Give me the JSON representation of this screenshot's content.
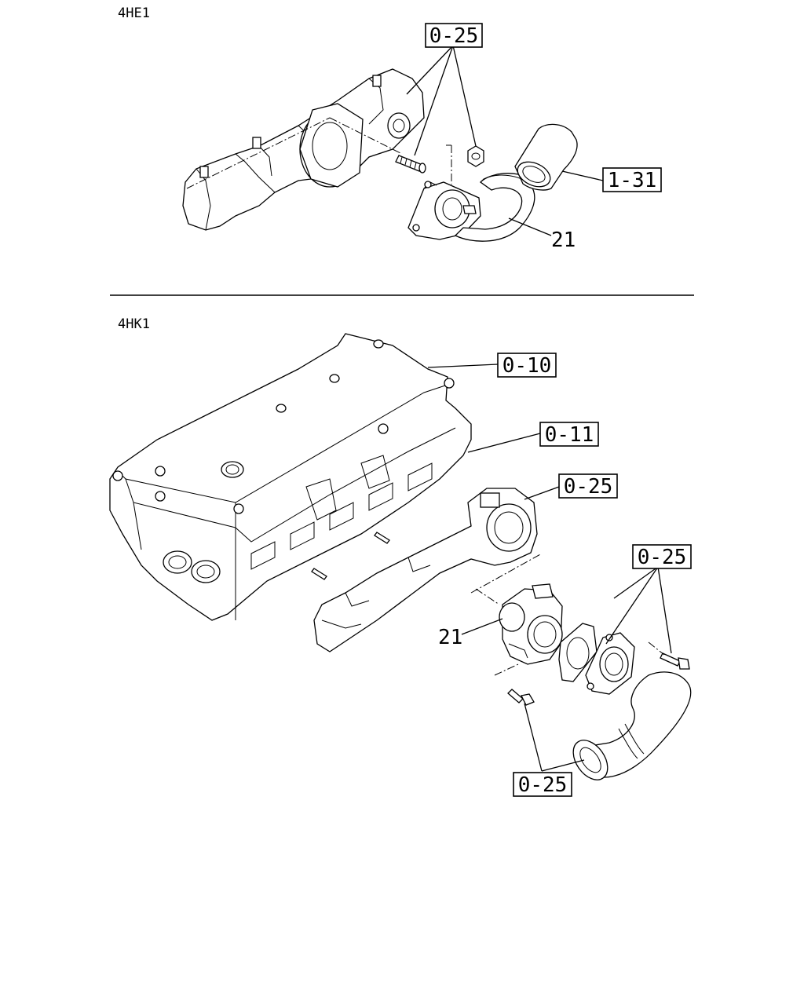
{
  "sections": [
    {
      "model": "4HE1",
      "callouts": [
        {
          "id": "c1",
          "text": "0-25",
          "boxed": true
        },
        {
          "id": "c2",
          "text": "1-31",
          "boxed": true
        },
        {
          "id": "c3",
          "text": "21",
          "boxed": false
        }
      ]
    },
    {
      "model": "4HK1",
      "callouts": [
        {
          "id": "c4",
          "text": "0-10",
          "boxed": true
        },
        {
          "id": "c5",
          "text": "0-11",
          "boxed": true
        },
        {
          "id": "c6",
          "text": "0-25",
          "boxed": true
        },
        {
          "id": "c7",
          "text": "0-25",
          "boxed": true
        },
        {
          "id": "c8",
          "text": "21",
          "boxed": false
        },
        {
          "id": "c9",
          "text": "0-25",
          "boxed": true
        }
      ]
    }
  ]
}
